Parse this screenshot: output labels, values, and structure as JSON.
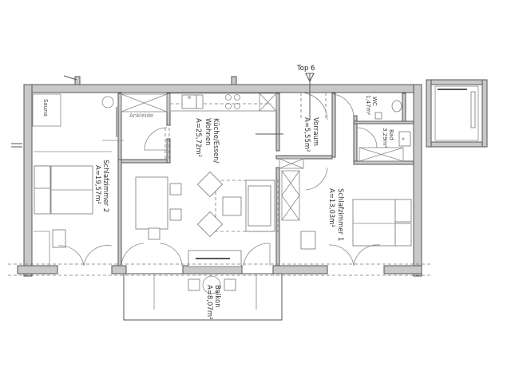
{
  "plan": {
    "unit_label": "Top 6",
    "rooms": [
      {
        "id": "sauna",
        "name": "Sauna",
        "area": ""
      },
      {
        "id": "ankleide",
        "name": "Ankleide",
        "area": ""
      },
      {
        "id": "schlafzimmer2",
        "name": "Schlafzimmer 2",
        "area": "A=19,57m²"
      },
      {
        "id": "kueche",
        "name": "Küche/Essen/",
        "name2": "Wohnen",
        "area": "A=25,72m²"
      },
      {
        "id": "vorraum",
        "name": "Vorraum",
        "area": "A=5,55m²"
      },
      {
        "id": "wc",
        "name": "WC",
        "area": "1,47m²"
      },
      {
        "id": "bad",
        "name": "Bad",
        "area": "3,29m²"
      },
      {
        "id": "schlafzimmer1",
        "name": "Schlafzimmer 1",
        "area": "A=13,03m²"
      },
      {
        "id": "balkon",
        "name": "Balkon",
        "area": "A=8,07m²"
      }
    ],
    "colors": {
      "wall_fill": "#c9c9c9",
      "line": "#555555",
      "background": "#ffffff"
    }
  }
}
